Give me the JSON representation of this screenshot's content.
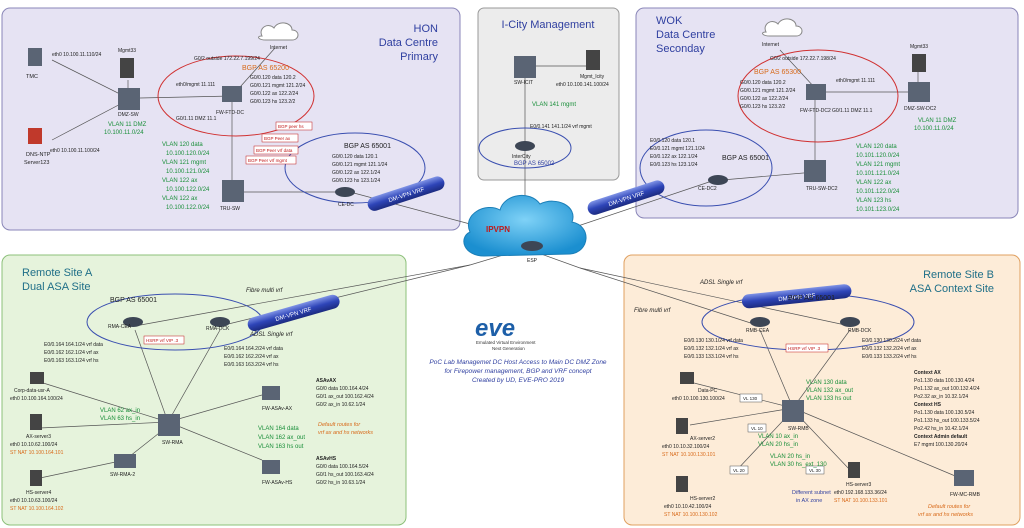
{
  "colors": {
    "dc_fill": "#e6e3f3",
    "dc_stroke": "#8a86b8",
    "mgmt_fill": "#ececec",
    "mgmt_stroke": "#999999",
    "siteA_fill": "#e6f3dc",
    "siteA_stroke": "#8cc07a",
    "siteB_fill": "#fdecd8",
    "siteB_stroke": "#e0a060",
    "title_blue": "#2f3fa0",
    "title_teal": "#1f6f88",
    "green_text": "#1a8f3a",
    "orange_text": "#d86a1a",
    "red_text": "#c01818",
    "cloud": "#2d9fd8",
    "tunnel": "#3a4fb0",
    "device": "#5a6474"
  },
  "panels": {
    "hon": {
      "line1": "HON",
      "line2": "Data Centre",
      "line3": "Primary"
    },
    "icity": {
      "title": "I-City Management"
    },
    "wok": {
      "line1": "WOK",
      "line2": "Data Centre",
      "line3": "Seconday"
    },
    "siteA": {
      "line1": "Remote Site A",
      "line2": "Dual ASA Site"
    },
    "siteB": {
      "line1": "Remote Site B",
      "line2": "ASA Context Site"
    }
  },
  "hon": {
    "tmc": {
      "label": "TMC",
      "ip": "eth0 10.100.11.110/24"
    },
    "dns": {
      "label": "DNS-NTP",
      "sub": "Server123",
      "ip": "eth0 10.100.11.100/24"
    },
    "mgmt33": "Mgmt33",
    "dmz_sw": "DMZ-SW",
    "vlan11": [
      "VLAN 11 DMZ",
      "10.100.11.0/24"
    ],
    "internet": "Internet",
    "bgp": {
      "as": "BGP AS 65200",
      "outside": "G0/2 outside 172.22.7.199/24",
      "lines": [
        "G0/0.120 data 120.2",
        "G0/0.121 mgmt 121.2/24",
        "G0/0.122 ax 122.2/24",
        "G0/0.123 hs 123.2/2"
      ],
      "mgmt": "eth0/mgmt 11.111",
      "dmz": "G0/1.11 DMZ 11.1"
    },
    "fw": "FW-FTD-DC",
    "bgp_peers": [
      "BGP peer hs",
      "BGP Peer ax",
      "BGP Peer vrf data",
      "BGP Peer vrf mgmt"
    ],
    "vlans": [
      "VLAN 120 data",
      "10.100.120.0/24",
      "VLAN 121 mgmt",
      "10.100.121.0/24",
      "VLAN 122 ax",
      "10.100.122.0/24",
      "VLAN 122 ax",
      "10.100.122.0/24"
    ],
    "tru_sw": "TRU-SW",
    "ce": {
      "label": "CE-DC",
      "as": "BGP AS 65001",
      "lines": [
        "G0/0.120 data 120.1",
        "G0/0.121 mgmt 121.1/24",
        "G0/0.122 ax 122.1/24",
        "G0/0.123 hs 123.1/24"
      ]
    },
    "tunnel": "DM-VPN VRF"
  },
  "icity": {
    "sw": "SW-ICIT",
    "mgmt": "Mgmt_Icity",
    "mgmt_ip": "eth0 10.100.141.100/24",
    "vlan": "VLAN 141 mgmt",
    "e": "E0/0.141 141.1/24 vrf mgmt",
    "router": "InterCity",
    "bgp": "BGP AS 65002"
  },
  "wok": {
    "internet": "Internet",
    "mgmt33": "Mgmt33",
    "bgp": {
      "as": "BGP AS 65300",
      "outside": "G0/2 outside 172.22.7.198/24",
      "lines": [
        "G0/0.120 data 120.2",
        "G0/0.121 mgmt 121.2/24",
        "G0/0.122 ax 122.2/24",
        "G0/0.123 hs 123.2/2"
      ],
      "mgmt": "eth0/mgmt 11.111",
      "dmz": "G0/1.11 DMZ 11.1"
    },
    "fw": "FW-FTD-DC2",
    "dmz_sw": "DMZ-SW-DC2",
    "vlan11": [
      "VLAN 11 DMZ",
      "10.100.11.0/24"
    ],
    "ce": {
      "label": "CE-DC2",
      "as": "BGP AS 65001",
      "lines": [
        "E0/0.120 data 120.1",
        "E0/0.121 mgmt 121.1/24",
        "E0/0.122 ax 122.1/24",
        "E0/0.123 hs 123.1/24"
      ]
    },
    "tru_sw": "TRU-SW-DC2",
    "vlans": [
      "VLAN 120 data",
      "10.101.120.0/24",
      "VLAN 121 mgmt",
      "10.101.121.0/24",
      "VLAN 122 ax",
      "10.101.122.0/24",
      "VLAN 123 hs",
      "10.101.123.0/24"
    ],
    "tunnel": "DM-VPN VRF"
  },
  "core": {
    "cloud": "IPVPN",
    "router": "ESP"
  },
  "eve": {
    "logo": "eve",
    "tag1": "Emulated Virtual Environment",
    "tag2": "Next Generation"
  },
  "caption": [
    "PoC Lab Managemet DC Host Access to Main DC DMZ Zone",
    "for Firepower management, BGP and VRF concept",
    "Created by UD, EVE-PRO 2019"
  ],
  "siteA": {
    "fibre": "Fibre multi vrf",
    "adsl": "ADSL Single vrf",
    "bgp": "BGP AS 65001",
    "rma_cea": "RMA-CEA",
    "rma_dck": "RMA-DCK",
    "hsrp": "HSRP vrf VIP .3",
    "tunnel": "DM-VPN VRF",
    "left": [
      "E0/0.164 164.1/24 vrf data",
      "E0/0.162 162.1/24 vrf ax",
      "E0/0.163 163.1/24 vrf hs"
    ],
    "right": [
      "E0/0.164 164.2/24 vrf data",
      "E0/0.162 162.2/24 vrf ax",
      "E0/0.163 163.2/24 vrf hs"
    ],
    "vlan_sw": [
      "VLAN 62 ax_in",
      "VLAN 63 hs_in"
    ],
    "asa_ax": {
      "title": "ASAvAX",
      "lines": [
        "G0/0 data 100.164.4/24",
        "G0/1 ax_out 100.162.4/24",
        "G0/2 ax_in 10.62.1/24"
      ],
      "label": "FW-ASAv-AX"
    },
    "vlan_mid": [
      "VLAN 164 data",
      "VLAN 162 ax_out",
      "VLAN 163 hs out"
    ],
    "default": [
      "Default routes for",
      "vrf ax and hs networks"
    ],
    "asa_hs": {
      "title": "ASAvHS",
      "lines": [
        "G0/0 data 100.164.5/24",
        "G0/1 hs_out 100.163.4/24",
        "G0/2 hs_in 10.63.1/24"
      ],
      "label": "FW-ASAv-HS"
    },
    "sw": "SW-RMA",
    "sw2": "SW-RMA-2",
    "corp": {
      "label": "Corp-data-usr-A",
      "ip": "eth0 10.100.164.100/24"
    },
    "ax": {
      "label": "AX-server3",
      "ip": "eth0 10.10.62.100/24",
      "nat": "ST NAT 10.100.164.101"
    },
    "hs": {
      "label": "HS-server4",
      "ip": "eth0 10.10.63.100/24",
      "nat": "ST NAT 10.100.164.102"
    }
  },
  "siteB": {
    "adsl": "ADSL Single vrf",
    "fibre": "Fibre multi vrf",
    "bgp": "BGP AS 65001",
    "tunnel": "DM-VPN VRF",
    "rmb_cea": "RMB-CEA",
    "rmb_dck": "RMB-DCK",
    "hsrp": "HSRP vrf VIP .3",
    "left": [
      "E0/0.130 130.1/24 vrf data",
      "E0/0.132 132.1/24 vrf ax",
      "E0/0.133 133.1/24 vrf hs"
    ],
    "right": [
      "E0/0.130 130.2/24 vrf data",
      "E0/0.132 132.2/24 vrf ax",
      "E0/0.133 133.2/24 vrf hs"
    ],
    "vlan_mid": [
      "VLAN 130 data",
      "VLAN 132 ax_out",
      "VLAN 133 hs out"
    ],
    "ctx": [
      "Context AX",
      "Po1.130 data 100.130.4/24",
      "Po1.132 ax_out 100.132.4/24",
      "Po2.32 ax_in 10.32.1/24",
      "Context HS",
      "Po1.130 data 100.130.5/24",
      "Po1.133 hs_out 100.133.5/24",
      "Po2.42 hs_in 10.42.1/24",
      "Context Admin default",
      "E7 mgmt 100.130.20/24"
    ],
    "data_pc": {
      "label": "Data-PC",
      "ip": "eth0 10.100.130.100/24"
    },
    "ax": {
      "label": "AX-server2",
      "ip": "eth0 10.10.32.100/24",
      "nat": "ST NAT 10.100.130.101"
    },
    "vl130": "VL 130",
    "sw": "SW-RMB",
    "vlan_in": [
      "VLAN 10 ax_in",
      "VLAN 20 hs_in"
    ],
    "vl10": "VL 10",
    "vl20": "VL 20",
    "vl30": "VL 30",
    "vlan_ext": [
      "VLAN 20 hs_in",
      "VLAN 30 hs_ext_130"
    ],
    "hs": {
      "label": "HS-server2",
      "ip": "eth0 10.10.42.100/24",
      "nat": "ST NAT 10.100.130.102"
    },
    "hs3": {
      "label": "HS-server3",
      "ip": "eth0 192.168.133.36/24",
      "nat": "ST NAT 10.100.133.101"
    },
    "subnet": [
      "Different subnet",
      "in AX zone"
    ],
    "fw": "FW-MC-RMB",
    "default": [
      "Default routes for",
      "vrf ax and hs networks"
    ]
  }
}
